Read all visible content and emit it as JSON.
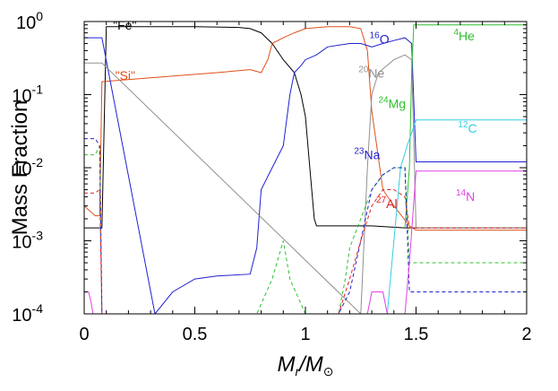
{
  "chart_data": {
    "type": "line",
    "title": "",
    "xlabel": "M_r/M_⊙",
    "ylabel": "Mass Fraction",
    "xlim": [
      0,
      2
    ],
    "ylim": [
      0.0001,
      1
    ],
    "y_scale": "log",
    "grid": false,
    "x_ticks": [
      {
        "value": 0,
        "label": "0"
      },
      {
        "value": 0.5,
        "label": "0.5"
      },
      {
        "value": 1,
        "label": "1"
      },
      {
        "value": 1.5,
        "label": "1.5"
      },
      {
        "value": 2,
        "label": "2"
      }
    ],
    "y_ticks": [
      {
        "value": 0.0001,
        "mant": "10",
        "exp": "-4"
      },
      {
        "value": 0.001,
        "mant": "10",
        "exp": "-3"
      },
      {
        "value": 0.01,
        "mant": "10",
        "exp": "-2"
      },
      {
        "value": 0.1,
        "mant": "10",
        "exp": "-1"
      },
      {
        "value": 1,
        "mant": "10",
        "exp": "0"
      }
    ],
    "series": [
      {
        "name": "\"Fe\"",
        "color": "#000000",
        "dash": false,
        "label_at": [
          0.13,
          0.78
        ],
        "x": [
          0.0,
          0.07,
          0.08,
          0.1,
          0.5,
          0.7,
          0.75,
          0.8,
          0.85,
          0.9,
          0.95,
          0.98,
          1.0,
          1.02,
          1.04,
          1.05,
          1.3,
          1.45,
          1.5,
          2.0
        ],
        "y": [
          0.0015,
          0.0015,
          0.0015,
          0.85,
          0.85,
          0.83,
          0.8,
          0.7,
          0.5,
          0.3,
          0.2,
          0.1,
          0.05,
          0.01,
          0.002,
          0.0016,
          0.0016,
          0.0015,
          0.0015,
          0.0015
        ]
      },
      {
        "name": "\"Si\"",
        "color": "#e0501a",
        "dash": false,
        "label_at": [
          0.14,
          0.16
        ],
        "x": [
          0.0,
          0.05,
          0.07,
          0.08,
          0.3,
          0.6,
          0.75,
          0.8,
          0.83,
          0.85,
          0.9,
          0.95,
          1.0,
          1.1,
          1.2,
          1.25,
          1.28,
          1.3,
          1.35,
          1.4,
          1.47,
          1.5,
          2.0
        ],
        "y": [
          0.003,
          0.0022,
          0.0022,
          0.15,
          0.17,
          0.2,
          0.22,
          0.2,
          0.3,
          0.5,
          0.6,
          0.7,
          0.8,
          0.85,
          0.85,
          0.8,
          0.4,
          0.06,
          0.005,
          0.003,
          0.0016,
          0.0014,
          0.0014
        ]
      },
      {
        "name": "$^{16}$O",
        "color": "#2020d0",
        "dash": false,
        "label_at": [
          1.29,
          0.5
        ],
        "x": [
          0.0,
          0.07,
          0.08,
          0.32,
          0.4,
          0.5,
          0.6,
          0.75,
          0.78,
          0.8,
          0.85,
          0.9,
          0.93,
          0.95,
          0.98,
          1.0,
          1.05,
          1.1,
          1.2,
          1.25,
          1.3,
          1.35,
          1.4,
          1.45,
          1.48,
          1.5,
          2.0
        ],
        "y": [
          0.6,
          0.6,
          0.6,
          0.0001,
          0.0002,
          0.0003,
          0.00033,
          0.00035,
          0.0008,
          0.005,
          0.01,
          0.02,
          0.1,
          0.2,
          0.25,
          0.3,
          0.35,
          0.45,
          0.5,
          0.5,
          0.45,
          0.5,
          0.55,
          0.6,
          0.5,
          0.012,
          0.012
        ]
      },
      {
        "name": "$^{20}$Ne",
        "color": "#909090",
        "dash": false,
        "label_at": [
          1.24,
          0.17
        ],
        "x": [
          0.0,
          0.07,
          0.08,
          1.25,
          1.28,
          1.3,
          1.33,
          1.4,
          1.45,
          1.48,
          1.5,
          2.0
        ],
        "y": [
          0.27,
          0.27,
          0.27,
          0.0001,
          0.01,
          0.1,
          0.2,
          0.3,
          0.35,
          0.3,
          0.0015,
          0.0015
        ]
      },
      {
        "name": "$^{4}$He",
        "color": "#30c030",
        "dash": false,
        "label_at": [
          1.67,
          0.55
        ],
        "x": [
          1.45,
          1.47,
          1.48,
          1.49,
          1.5,
          2.0
        ],
        "y": [
          0.0015,
          0.01,
          0.2,
          0.9,
          0.9,
          0.9
        ]
      },
      {
        "name": "$^{24}$Mg",
        "color": "#30c030",
        "dash": true,
        "label_at": [
          1.33,
          0.065
        ],
        "x": [
          0.0,
          0.05,
          0.07,
          0.08,
          0.78,
          0.85,
          0.9,
          0.93,
          1.0,
          1.15,
          1.18,
          1.2,
          1.25,
          1.3,
          1.35,
          1.4,
          1.45,
          1.47,
          1.5,
          2.0
        ],
        "y": [
          0.015,
          0.015,
          0.02,
          0.0001,
          0.0001,
          0.0003,
          0.001,
          0.0003,
          0.0001,
          0.0001,
          0.0003,
          0.0008,
          0.002,
          0.005,
          0.008,
          0.01,
          0.01,
          0.0005,
          0.0005,
          0.0005
        ]
      },
      {
        "name": "$^{12}$C",
        "color": "#30d0e0",
        "dash": false,
        "label_at": [
          1.69,
          0.03
        ],
        "x": [
          1.37,
          1.4,
          1.43,
          1.46,
          1.48,
          1.5,
          2.0
        ],
        "y": [
          0.0001,
          0.001,
          0.01,
          0.02,
          0.03,
          0.045,
          0.045
        ]
      },
      {
        "name": "$^{23}$Na",
        "color": "#2020d0",
        "dash": true,
        "label_at": [
          1.22,
          0.013
        ],
        "x": [
          0.0,
          0.05,
          0.07,
          0.08,
          1.15,
          1.2,
          1.25,
          1.3,
          1.35,
          1.4,
          1.45,
          1.47,
          1.5,
          2.0
        ],
        "y": [
          0.025,
          0.025,
          0.02,
          0.0001,
          0.0001,
          0.0002,
          0.001,
          0.005,
          0.008,
          0.01,
          0.01,
          0.0002,
          0.0002,
          0.0002
        ]
      },
      {
        "name": "$^{27}$Al",
        "color": "#e02020",
        "dash": true,
        "label_at": [
          1.32,
          0.0028
        ],
        "x": [
          0.0,
          0.05,
          0.07,
          0.08,
          1.15,
          1.2,
          1.25,
          1.3,
          1.35,
          1.4,
          1.45,
          1.47,
          1.5,
          2.0
        ],
        "y": [
          0.0045,
          0.0045,
          0.005,
          0.0001,
          0.0001,
          0.0003,
          0.001,
          0.003,
          0.005,
          0.005,
          0.004,
          0.0015,
          0.0015,
          0.0015
        ]
      },
      {
        "name": "$^{14}$N",
        "color": "#e040e0",
        "dash": false,
        "label_at": [
          1.68,
          0.0035
        ],
        "x": [
          0.0,
          0.02,
          0.03,
          0.04,
          1.28,
          1.3,
          1.35,
          1.37,
          1.38,
          1.45,
          1.47,
          1.5,
          2.0
        ],
        "y": [
          0.0002,
          0.0002,
          0.00015,
          0.0001,
          0.0001,
          0.0002,
          0.0002,
          0.0001,
          0.0001,
          0.0001,
          0.0005,
          0.009,
          0.009
        ]
      }
    ]
  }
}
